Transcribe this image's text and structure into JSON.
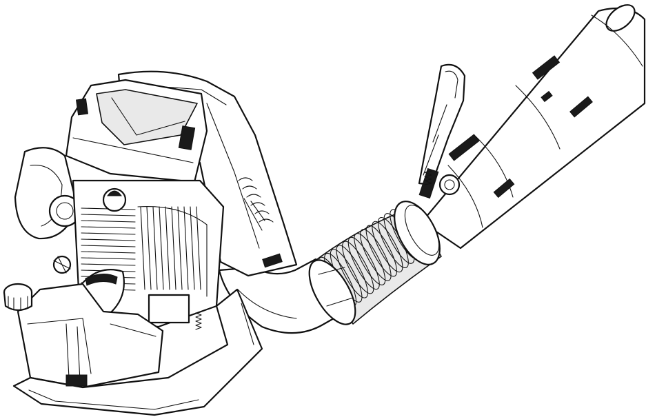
{
  "illustration": {
    "subject": "backpack-leaf-blower",
    "colors": {
      "line": "#111111",
      "fill": "#ffffff",
      "shade": "#e9e9e9",
      "background": "#ffffff"
    },
    "parts": [
      "frame",
      "engine-cover",
      "fuel-tank",
      "fuel-cap",
      "starter-handle",
      "blower-housing",
      "elbow-tube",
      "flex-hose",
      "throttle-handle",
      "blower-tube"
    ]
  }
}
